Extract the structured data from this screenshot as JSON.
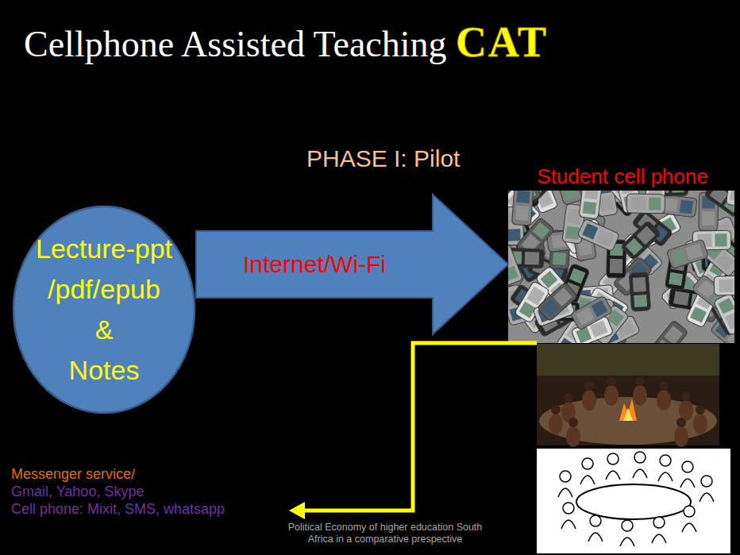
{
  "diagram": {
    "title": "Cellphone Assisted Teaching CAT",
    "nodes": [
      {
        "text": [
          "Lecture-ppt /pdf/epub & Notes"
        ]
      },
      {
        "text": [
          "Student cell phone"
        ]
      }
    ],
    "edges": [
      {
        "from": 0,
        "to": 1,
        "arrow": "to",
        "label": "Internet/Wi-Fi"
      }
    ],
    "labels": [
      "PHASE I: Pilot",
      "Messenger service/",
      "Gmail, Yahoo, Skype",
      "Cell phone: Mixit, SMS, whatsapp",
      "Political Economy of higher education South Africa in a comparative prespective"
    ]
  }
}
